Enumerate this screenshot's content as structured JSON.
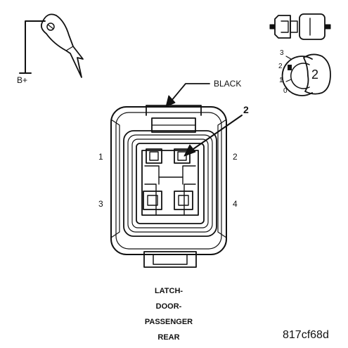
{
  "probe": {
    "supply_label": "B+"
  },
  "key": {
    "positions": [
      "3",
      "2",
      "1",
      "0"
    ],
    "selected": "2"
  },
  "connector": {
    "color_label": "BLACK",
    "callout": "2",
    "pins": [
      "1",
      "2",
      "3",
      "4"
    ]
  },
  "caption": {
    "lines": [
      "LATCH-",
      "DOOR-",
      "PASSENGER",
      "REAR"
    ]
  },
  "doc_id": "817cf68d",
  "colors": {
    "line": "#111111",
    "background": "#ffffff"
  }
}
